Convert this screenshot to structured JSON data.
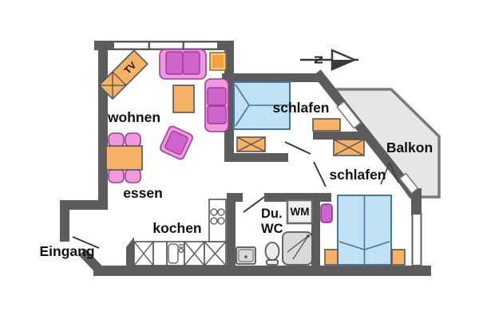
{
  "labels": {
    "wohnen": "wohnen",
    "essen": "essen",
    "kochen": "kochen",
    "schlafen1": "schlafen",
    "schlafen2": "schlafen",
    "balkon": "Balkon",
    "eingang": "Eingang",
    "bad_line1": "Du.",
    "bad_line2": "WC",
    "wm": "WM",
    "tv": "TV",
    "compass": "N"
  },
  "rooms": [
    {
      "id": "wohnen",
      "label": "wohnen"
    },
    {
      "id": "essen",
      "label": "essen"
    },
    {
      "id": "kochen",
      "label": "kochen"
    },
    {
      "id": "schlafen-top",
      "label": "schlafen"
    },
    {
      "id": "schlafen-right",
      "label": "schlafen"
    },
    {
      "id": "du-wc",
      "label": "Du. WC"
    },
    {
      "id": "balkon",
      "label": "Balkon"
    },
    {
      "id": "eingang",
      "label": "Eingang"
    }
  ],
  "colors": {
    "wall": "#5c5c5c",
    "balcony_fill": "#e6e6e6",
    "bed_fill": "#bfe1f3",
    "bed_stroke": "#44789c",
    "furniture_orange": "#f5b266",
    "furniture_pink": "#f09ade",
    "furniture_magenta": "#cf64cd",
    "fixture_gray": "#d9d9d9",
    "text": "#111111",
    "background": "#ffffff"
  }
}
